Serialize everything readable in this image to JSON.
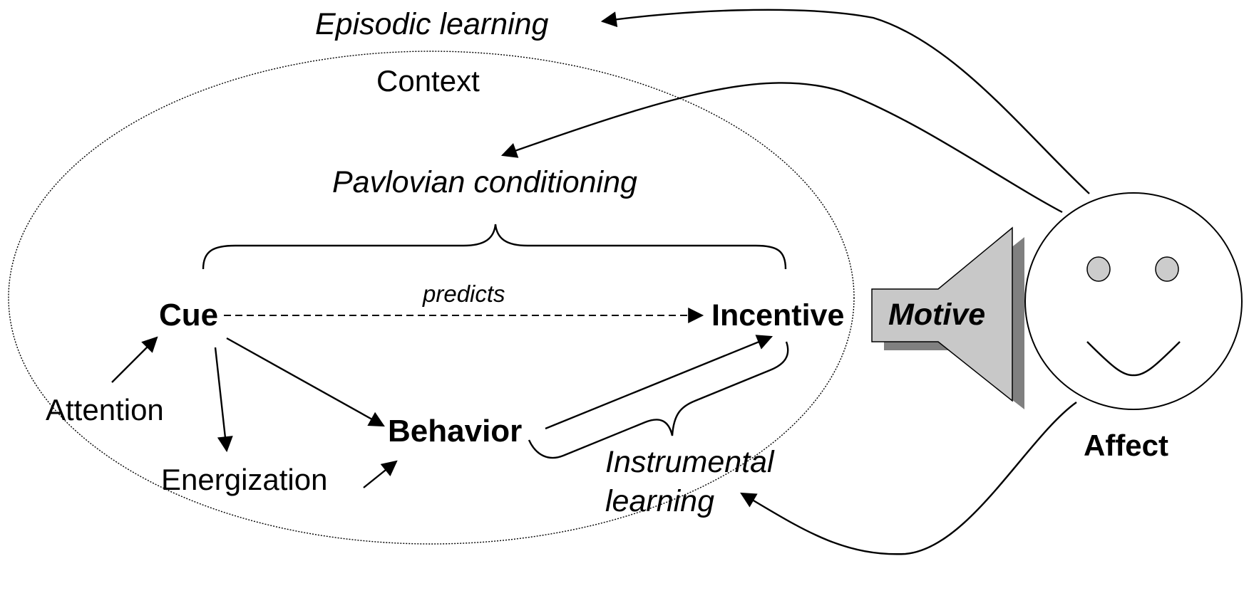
{
  "labels": {
    "episodic_learning": "Episodic learning",
    "context": "Context",
    "pavlovian_conditioning": "Pavlovian conditioning",
    "predicts": "predicts",
    "cue": "Cue",
    "incentive": "Incentive",
    "motive": "Motive",
    "attention": "Attention",
    "energization": "Energization",
    "behavior": "Behavior",
    "instrumental_line1": "Instrumental",
    "instrumental_line2": "learning",
    "affect": "Affect"
  },
  "colors": {
    "megaphone_fill": "#c8c8c8",
    "megaphone_shadow": "#808080",
    "eye_fill": "#cccccc",
    "ink": "#000000"
  },
  "icons": {
    "face": "smiley-face-icon",
    "megaphone": "megaphone-icon"
  }
}
